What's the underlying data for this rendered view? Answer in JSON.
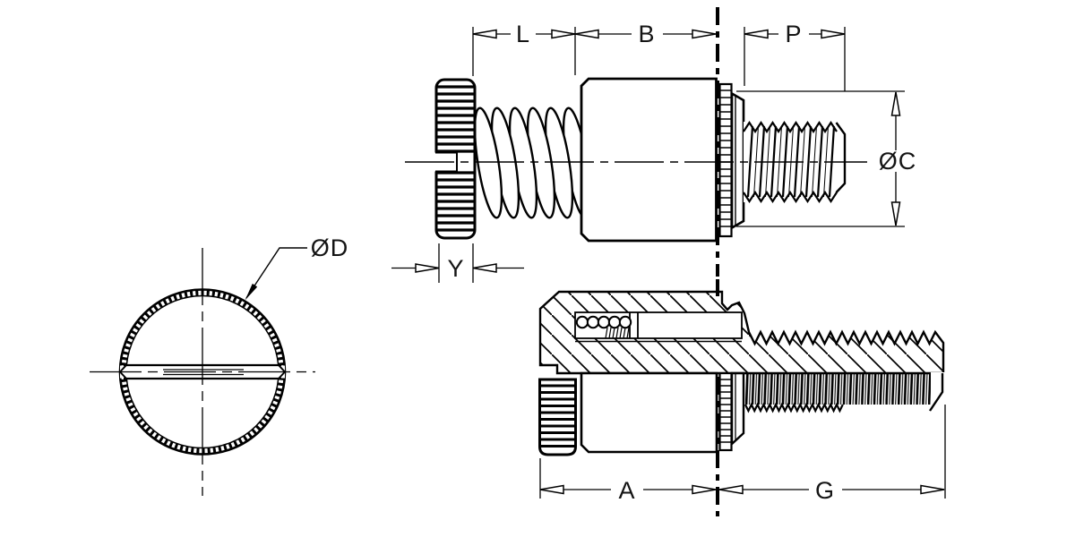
{
  "drawing": {
    "background": "#ffffff",
    "line_color": "#000000",
    "description": "captive-panel-screw-dimension-drawing",
    "labels": {
      "spring_length": "L",
      "body_length": "B",
      "thread_protrusion": "P",
      "flange_diameter": "ØC",
      "head_diameter": "ØD",
      "head_width": "Y",
      "installed_length": "A",
      "thread_length": "G"
    }
  }
}
